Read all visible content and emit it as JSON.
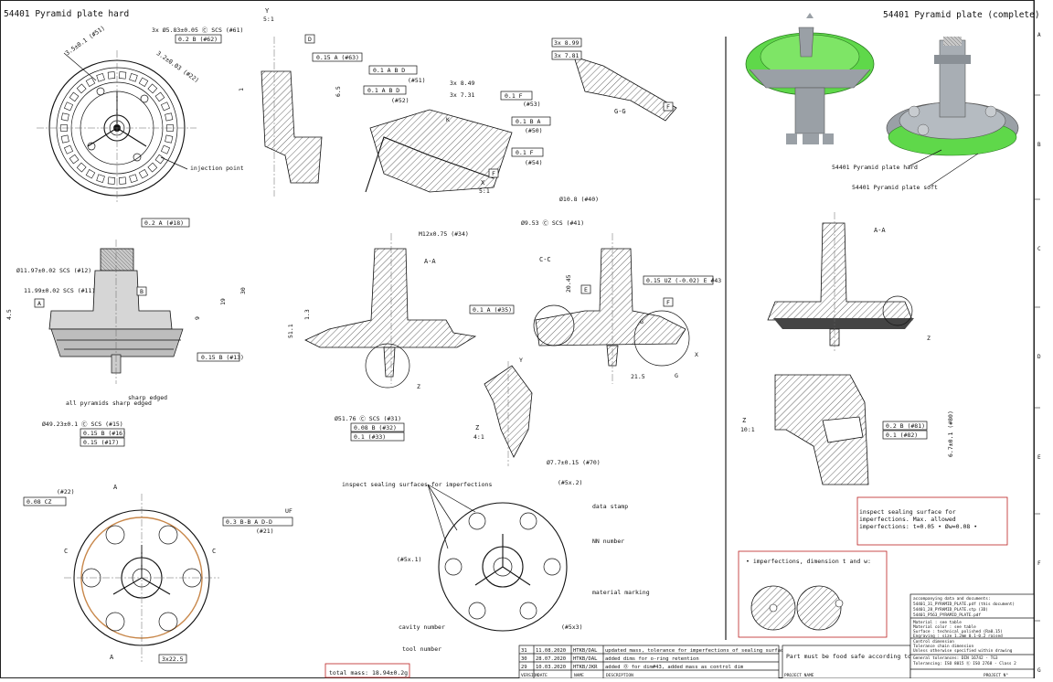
{
  "titles": {
    "left": "54401 Pyramid plate hard",
    "right": "54401 Pyramid plate (complete)"
  },
  "views": {
    "y_detail": "Y",
    "y_scale": "5:1",
    "x_detail": "X",
    "x_scale": "5:1",
    "gg": "G-G",
    "aa_mid": "A-A",
    "cc": "C-C",
    "aa_right": "A-A",
    "z_mid": "Z",
    "z_mid_scale": "4:1",
    "z_right": "Z",
    "z_right_scale": "10:1"
  },
  "zone_letters": [
    "A",
    "B",
    "C",
    "D",
    "E",
    "F",
    "G"
  ],
  "dims": {
    "d1": "3x Ø5.83±0.05 Ⓒ SCS (#61)",
    "d1b": "0.2 B (#62)",
    "d2": "3.5±0.1 (#51)",
    "d3": "3.2±0.03 (#22)",
    "d4": "0.15 A (#63)",
    "d5": "6.5",
    "d6": "1",
    "d7": "0.1 A B D",
    "d8": "0.1 A B D",
    "d9": "(#52)",
    "d10": "(#51)",
    "d11": "3x 8.49",
    "d12": "3x 7.31",
    "d13": "0.1 F",
    "d14": "(#53)",
    "d15": "0.1 B A",
    "d16": "(#50)",
    "d17": "0.1 F",
    "d18": "(#54)",
    "d19": "3x 8.99",
    "d20": "3x 7.81",
    "d21": "0.2 A (#18)",
    "d22": "Ø11.97±0.02 SCS (#12)",
    "d23": "11.99±0.02 SCS (#11)",
    "d24": "0.15 B (#13)",
    "d25": "Ø49.23±0.1 Ⓒ SCS (#15)",
    "d26": "0.15 B (#16)",
    "d27": "0.15 (#17)",
    "d28": "M12x0.75 (#34)",
    "d29": "0.1 A (#35)",
    "d30": "Ø51.76 Ⓒ SCS (#31)",
    "d31": "0.08 B (#32)",
    "d32": "0.1 (#33)",
    "d33": "Ø10.8 (#40)",
    "d34": "Ø9.53 Ⓒ SCS (#41)",
    "d35": "0.15 UZ (-0.02) E #43",
    "d36": "21.5",
    "d37": "20.45",
    "d38": "Ø7.7±0.15 (#70)",
    "d39": "0.2 B (#81)",
    "d40": "0.1 (#82)",
    "d41": "6.7±0.1 (#80)",
    "d42": "0.08 CZ",
    "d43": "(#22)",
    "d44": "0.3 B-B A D-D",
    "d45": "(#21)",
    "d46": "3x22.5",
    "d47": "51.1",
    "d48": "4.5",
    "d49": "30",
    "d50": "19",
    "d51": "9",
    "d52": "1.3"
  },
  "notes": {
    "injection": "injection point",
    "pyramids": "all pyramids sharp edged",
    "sharp": "sharp edged",
    "inspect": "inspect sealing surfaces for imperfections",
    "data_stamp": "data stamp",
    "nn": "NN number",
    "material": "material marking",
    "cavity": "cavity number",
    "tool": "tool number",
    "x5_2": "(#5x.2)",
    "x5_1": "(#5x.1)",
    "x5_3": "(#5x3)",
    "hard": "54401 Pyramid plate hard",
    "soft": "54401 Pyramid plate soft",
    "inspect2": "inspect sealing surface for imperfections. Max. allowed imperfections: t=0.05 • Øw=0.08 •",
    "imperf": "• imperfections, dimension t and w:",
    "mass": "total mass: 18.94±0.2g",
    "food": "Part must be food safe according to the country of sell",
    "uf": "UF"
  },
  "revisions": [
    {
      "ver": "31",
      "date": "11.08.2020",
      "name": "HTKB/DAL",
      "desc": "updated mass, tolerance for imperfections of sealing surface added"
    },
    {
      "ver": "30",
      "date": "28.07.2020",
      "name": "HTKB/DAL",
      "desc": "added dims for o-ring retention"
    },
    {
      "ver": "29",
      "date": "10.03.2020",
      "name": "HTKB/JKR",
      "desc": "added ⓪ for dim#43, added mass as control dim"
    }
  ],
  "rev_head": {
    "ver": "VERSION",
    "date": "DATE",
    "name": "NAME",
    "desc": "DESCRIPTION"
  },
  "title_block": {
    "accompany": "accompanying data and documents:",
    "doc1": "54401_31_PYRAMID_PLATE.pdf (this document)",
    "doc2": "54401_28_PYRAMID_PLATE.stp (3D)",
    "doc3": "54401_P563_PYRAMID_PLATE.pdf",
    "material": "Material : see table",
    "mat_color": "Material color : see table",
    "surface": "Surface : technical polished (Ra0.15)",
    "engraving": "Engraving : size 1.2mm 0.1-0.2 raised",
    "sym1": "Control dimension",
    "sym2": "Tolerance chain dimension",
    "sym3": "Unless otherwise specified within drawing",
    "gen_tol": "General tolerances: DIN 16742 - TG3",
    "tol_iso": "Tolerancing: ISO 8015 Ⓔ ISO 2768 - Class 2",
    "proj": "PROJECT NAME",
    "projno": "PROJECT N°"
  },
  "colors": {
    "green": "#5fd84a",
    "grey": "#9aa0a6",
    "red": "#b22222",
    "orange": "#c8874a"
  }
}
